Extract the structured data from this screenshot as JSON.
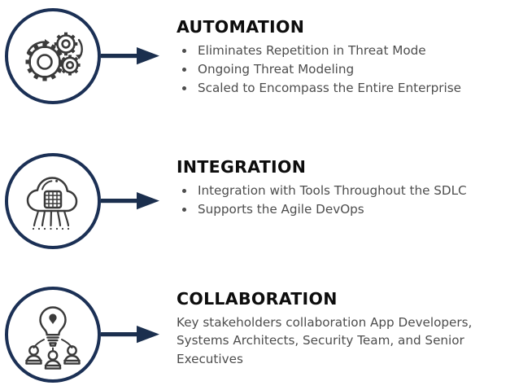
{
  "theme": {
    "background": "#ffffff",
    "circle_stroke": "#1b3055",
    "arrow_color": "#1b2f4e",
    "icon_color": "#3a3a3a",
    "heading_color": "#0d0d0d",
    "body_text_color": "#4d4d4d"
  },
  "sections": [
    {
      "icon_name": "gears-automation-icon",
      "arrow_name": "arrow-right-icon",
      "heading": "AUTOMATION",
      "body_type": "bullets",
      "bullets": [
        "Eliminates Repetition in Threat Mode",
        "Ongoing Threat Modeling",
        "Scaled to Encompass the Entire Enterprise"
      ],
      "paragraph": ""
    },
    {
      "icon_name": "cloud-chip-integration-icon",
      "arrow_name": "arrow-right-icon",
      "heading": "INTEGRATION",
      "body_type": "bullets",
      "bullets": [
        "Integration with Tools Throughout the SDLC",
        "Supports the Agile DevOps"
      ],
      "paragraph": ""
    },
    {
      "icon_name": "lightbulb-people-collaboration-icon",
      "arrow_name": "arrow-right-icon",
      "heading": "COLLABORATION",
      "body_type": "paragraph",
      "bullets": [],
      "paragraph": "Key stakeholders collaboration App Developers, Systems Architects, Security Team, and Senior Executives"
    }
  ]
}
